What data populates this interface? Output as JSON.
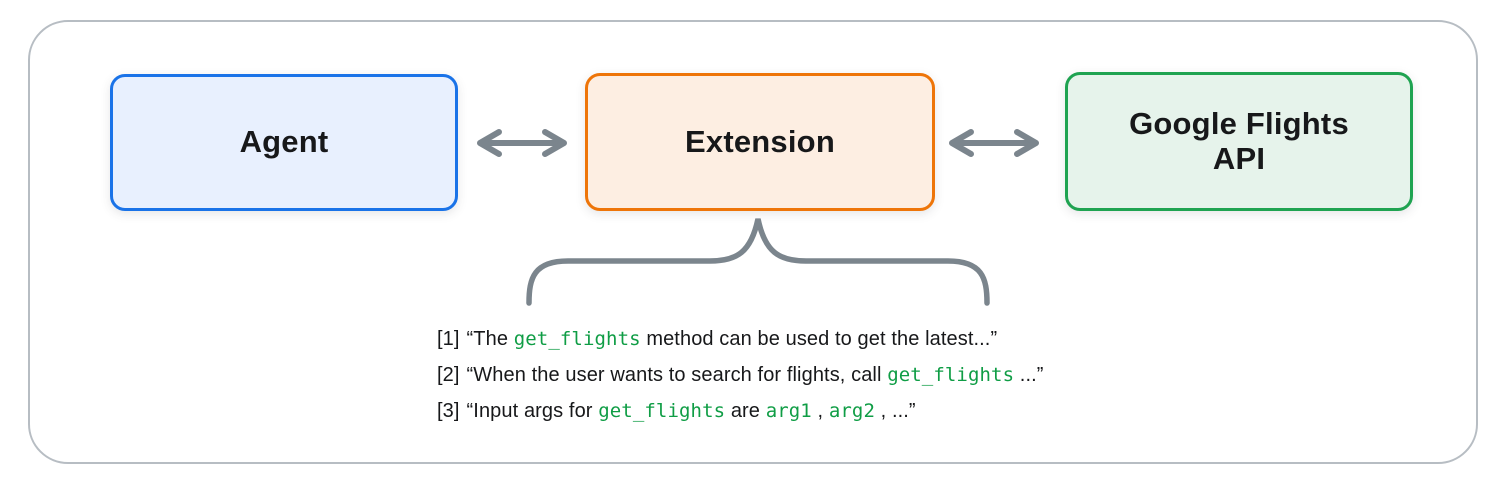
{
  "frame": {
    "border_color": "#b7bdc3"
  },
  "nodes": {
    "agent": {
      "label": "Agent",
      "border_color": "#1a73e8",
      "fill_color": "#e8f0fe"
    },
    "extension": {
      "label": "Extension",
      "border_color": "#ee7509",
      "fill_color": "#fdeee2"
    },
    "google_flights_api": {
      "label": "Google Flights API",
      "label_line1": "Google Flights",
      "label_line2": "API",
      "border_color": "#1fa351",
      "fill_color": "#e6f3eb"
    }
  },
  "connectors": {
    "color": "#7b858d",
    "arrow_agent_extension": "bidirectional-arrow",
    "arrow_extension_api": "bidirectional-arrow",
    "brace": "curly-brace-pointing-up"
  },
  "annotations": {
    "text_color": "#17181a",
    "code_color": "#0f9d45",
    "lines": [
      {
        "index": "[1]",
        "parts": [
          {
            "type": "text",
            "value": "“The "
          },
          {
            "type": "code",
            "value": "get_flights"
          },
          {
            "type": "text",
            "value": " method can be used to get the latest...”"
          }
        ]
      },
      {
        "index": "[2]",
        "parts": [
          {
            "type": "text",
            "value": "“When the user wants to search for flights, call "
          },
          {
            "type": "code",
            "value": "get_flights"
          },
          {
            "type": "text",
            "value": " ...”"
          }
        ]
      },
      {
        "index": "[3]",
        "parts": [
          {
            "type": "text",
            "value": "“Input args for "
          },
          {
            "type": "code",
            "value": "get_flights"
          },
          {
            "type": "text",
            "value": " are "
          },
          {
            "type": "code",
            "value": "arg1"
          },
          {
            "type": "text",
            "value": " , "
          },
          {
            "type": "code",
            "value": "arg2"
          },
          {
            "type": "text",
            "value": " , ...”"
          }
        ]
      }
    ]
  }
}
